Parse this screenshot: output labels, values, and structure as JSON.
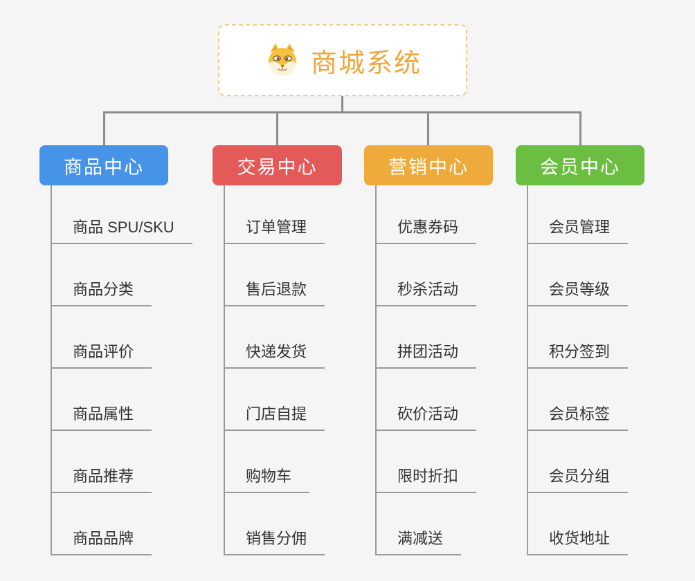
{
  "root": {
    "title": "商城系统",
    "icon": "dog-face-icon"
  },
  "branches": [
    {
      "label": "商品中心",
      "color": "#4793e8",
      "items": [
        "商品 SPU/SKU",
        "商品分类",
        "商品评价",
        "商品属性",
        "商品推荐",
        "商品品牌"
      ]
    },
    {
      "label": "交易中心",
      "color": "#e45a58",
      "items": [
        "订单管理",
        "售后退款",
        "快递发货",
        "门店自提",
        "购物车",
        "销售分佣"
      ]
    },
    {
      "label": "营销中心",
      "color": "#eeab3b",
      "items": [
        "优惠券码",
        "秒杀活动",
        "拼团活动",
        "砍价活动",
        "限时折扣",
        "满减送"
      ]
    },
    {
      "label": "会员中心",
      "color": "#6cbe43",
      "items": [
        "会员管理",
        "会员等级",
        "积分签到",
        "会员标签",
        "会员分组",
        "收货地址"
      ]
    }
  ],
  "colors": {
    "background": "#f5f5f6",
    "connector_line": "#8c8c8c",
    "item_underline": "#9a9a9a",
    "item_text": "#333333",
    "root_text": "#f0a63c",
    "root_border": "#f3cd8a",
    "branch_text": "#ffffff"
  }
}
